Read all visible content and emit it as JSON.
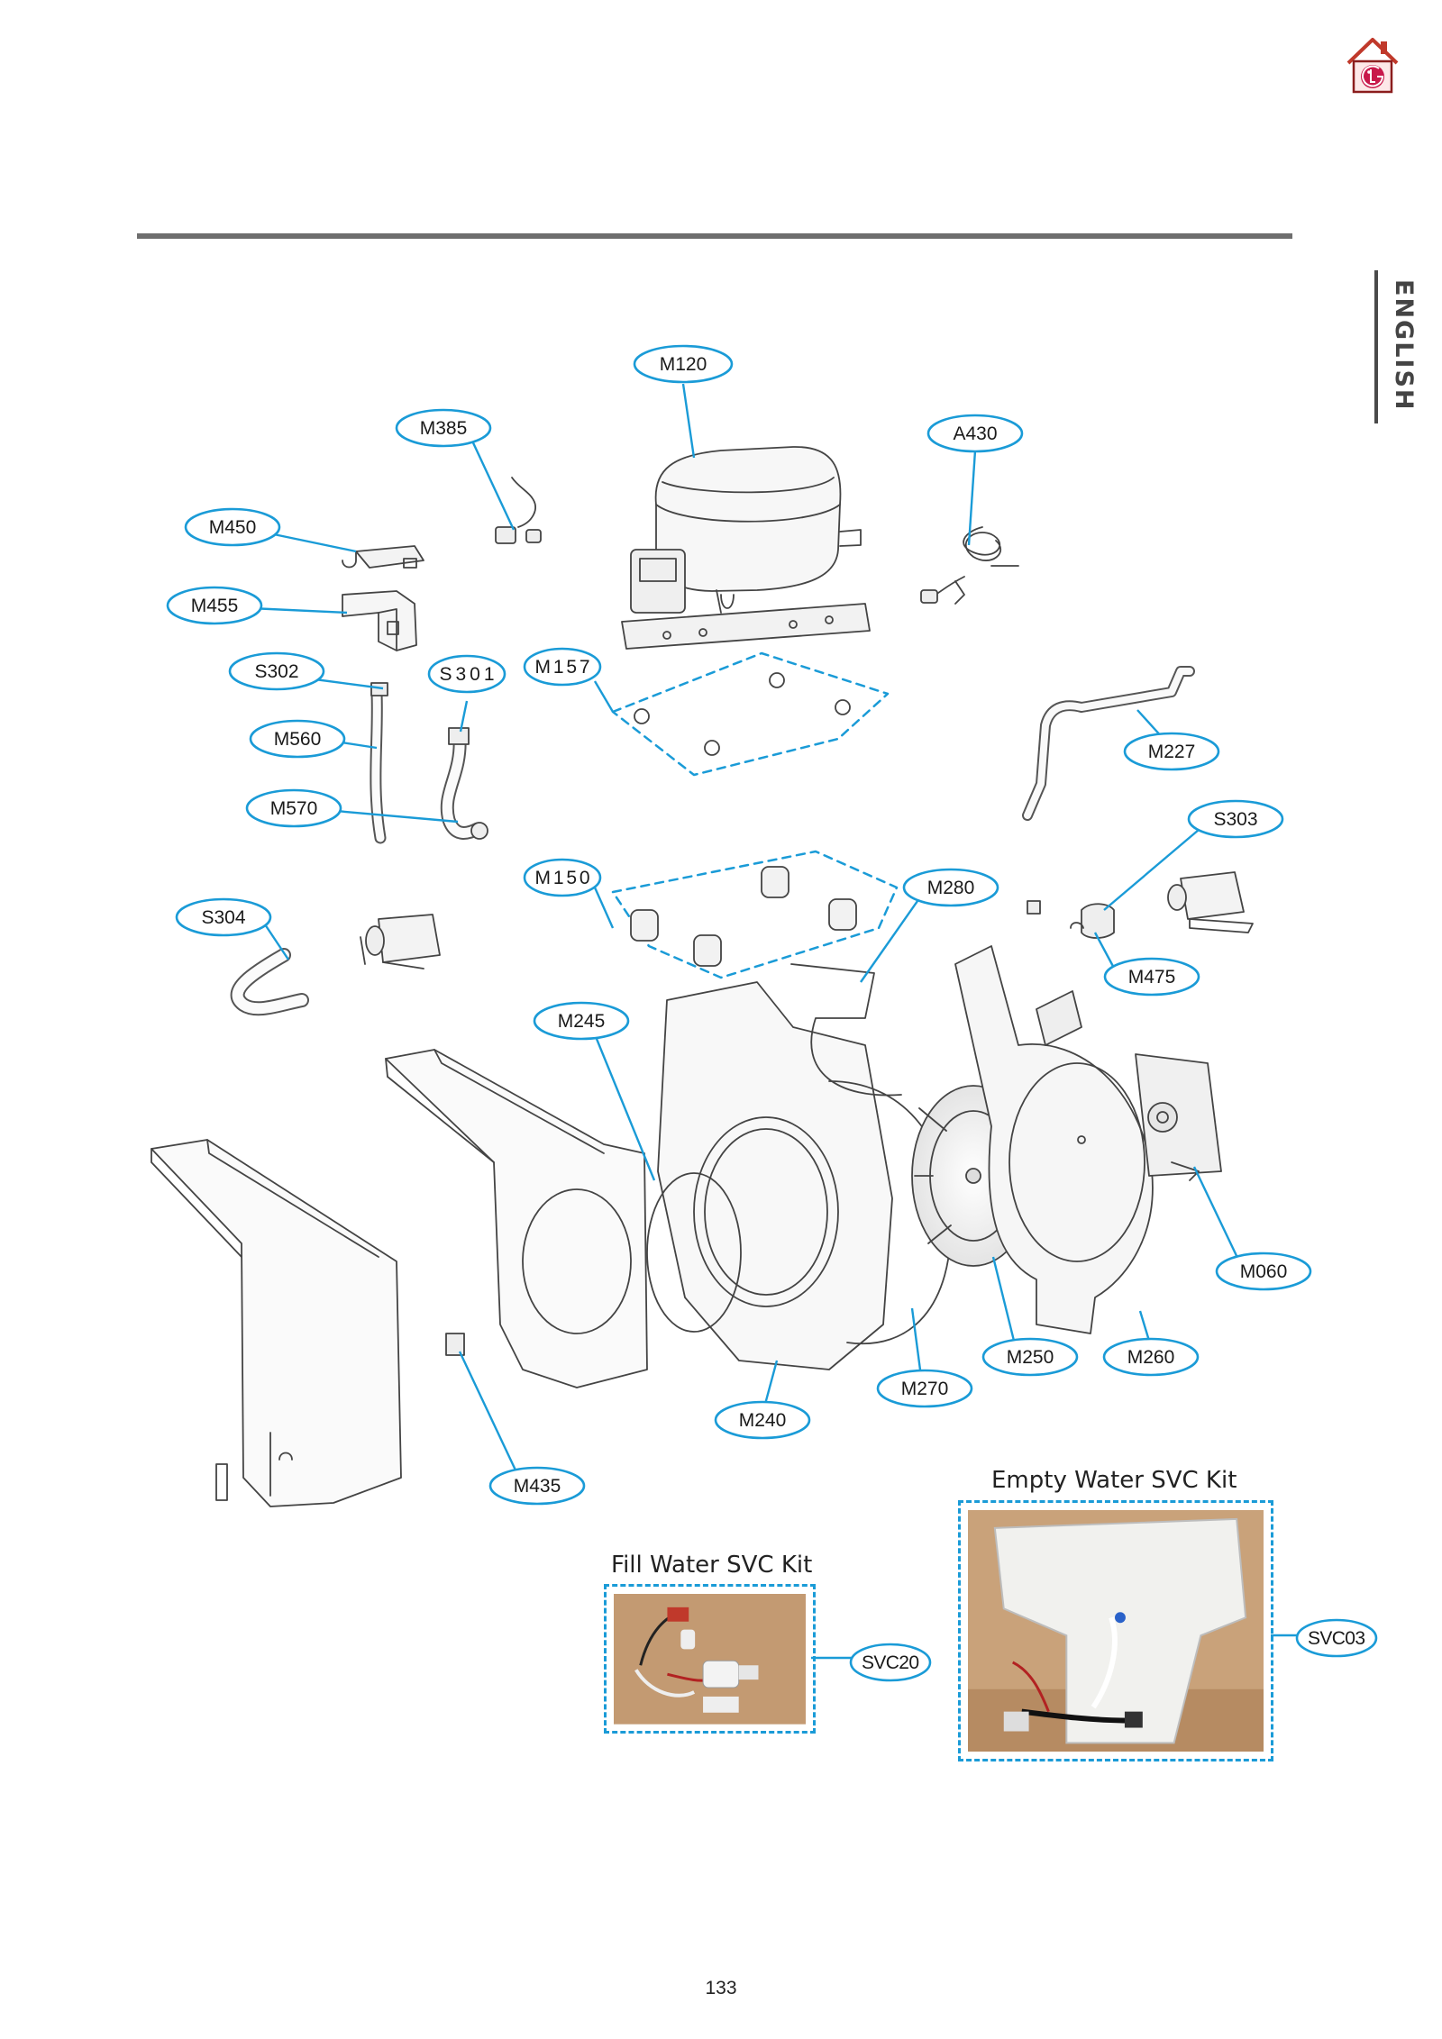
{
  "header": {
    "language_tab": "ENGLISH"
  },
  "callouts": [
    {
      "id": "m120",
      "label": "M120"
    },
    {
      "id": "m385",
      "label": "M385"
    },
    {
      "id": "a430",
      "label": "A430"
    },
    {
      "id": "m450",
      "label": "M450"
    },
    {
      "id": "m455",
      "label": "M455"
    },
    {
      "id": "s302",
      "label": "S302"
    },
    {
      "id": "s301",
      "label": "S301"
    },
    {
      "id": "m157",
      "label": "M157"
    },
    {
      "id": "m560",
      "label": "M560"
    },
    {
      "id": "m227",
      "label": "M227"
    },
    {
      "id": "m570",
      "label": "M570"
    },
    {
      "id": "s303",
      "label": "S303"
    },
    {
      "id": "m150",
      "label": "M150"
    },
    {
      "id": "m280",
      "label": "M280"
    },
    {
      "id": "s304",
      "label": "S304"
    },
    {
      "id": "m475",
      "label": "M475"
    },
    {
      "id": "m245",
      "label": "M245"
    },
    {
      "id": "m060",
      "label": "M060"
    },
    {
      "id": "m250",
      "label": "M250"
    },
    {
      "id": "m260",
      "label": "M260"
    },
    {
      "id": "m270",
      "label": "M270"
    },
    {
      "id": "m240",
      "label": "M240"
    },
    {
      "id": "m435",
      "label": "M435"
    },
    {
      "id": "svc20",
      "label": "SVC20"
    },
    {
      "id": "svc03",
      "label": "SVC03"
    }
  ],
  "kits": {
    "empty_water": {
      "title": "Empty Water SVC Kit"
    },
    "fill_water": {
      "title": "Fill Water SVC Kit"
    }
  },
  "footer": {
    "page_number": "133"
  },
  "colors": {
    "accent": "#1a9bd7",
    "rule": "#6e6e6e",
    "logo": "#c8194b",
    "house": "#c0392b"
  }
}
